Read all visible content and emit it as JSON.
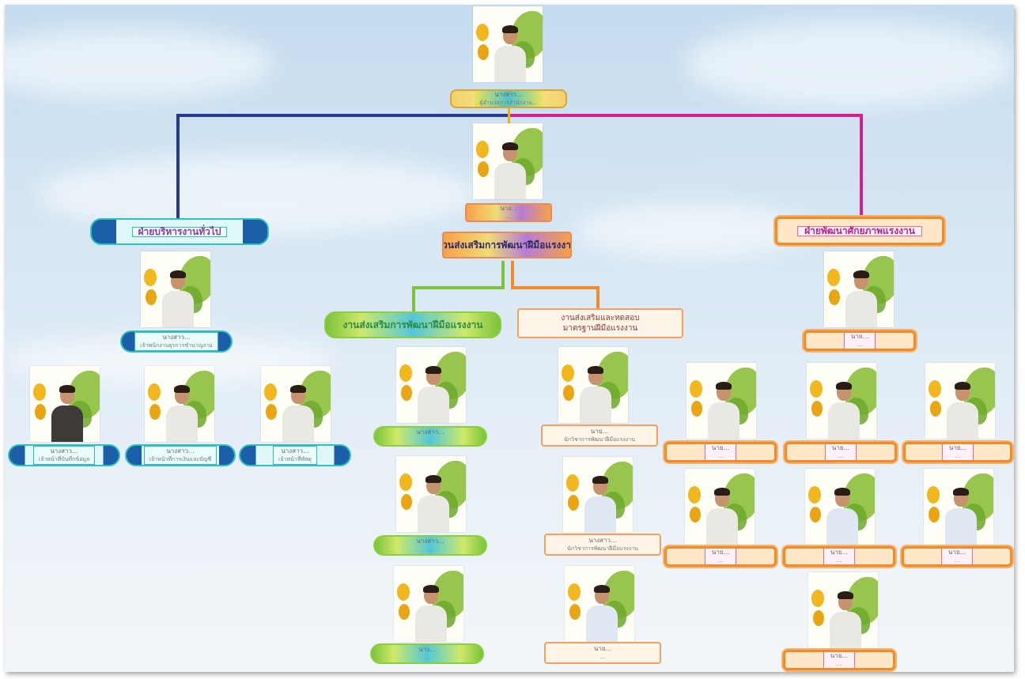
{
  "colors": {
    "line_admin": "#243b8f",
    "line_develop": "#d81e8f",
    "line_service": "#7cc33b",
    "line_standard": "#f08a2a",
    "line_center": "#e8b40e"
  },
  "icons": [
    "person-photo-icon",
    "leaf-icon",
    "fruit-icon"
  ],
  "sections": {
    "admin": "ฝ่ายบริหารงานทั่วไป",
    "develop": "ฝ่ายพัฒนาศักยภาพแรงงาน",
    "center": "ส่วนส่งเสริมการพัฒนาฝีมือแรงงาน",
    "service": "งานส่งเสริมการพัฒนาฝีมือแรงงาน",
    "standard_line1": "งานส่งเสริมและทดสอบ",
    "standard_line2": "มาตรฐานฝีมือแรงงาน"
  },
  "people": {
    "director": {
      "name": "นางสาว...",
      "position": "ผู้อำนวยการสำนักงาน..."
    },
    "deputy": {
      "name": "นาง...",
      "position": "..."
    },
    "admin_head": {
      "name": "นางสาว...",
      "position": "เจ้าพนักงานธุรการชำนาญงาน"
    },
    "admin_1": {
      "name": "นางสาว...",
      "position": "เจ้าหน้าที่บันทึกข้อมูล"
    },
    "admin_2": {
      "name": "นางสาว...",
      "position": "เจ้าหน้าที่การเงินและบัญชี"
    },
    "admin_3": {
      "name": "นางสาว...",
      "position": "เจ้าหน้าที่พัสดุ"
    },
    "service_1": {
      "name": "นางสาว...",
      "position": "..."
    },
    "service_2": {
      "name": "นางสาว...",
      "position": "..."
    },
    "service_3": {
      "name": "นาง...",
      "position": "..."
    },
    "standard_1": {
      "name": "นาย...",
      "position": "นักวิชาการพัฒนาฝีมือแรงงาน"
    },
    "standard_2": {
      "name": "นางสาว...",
      "position": "นักวิชาการพัฒนาฝีมือแรงงาน"
    },
    "standard_3": {
      "name": "นาย...",
      "position": "..."
    },
    "develop_head": {
      "name": "นาย...",
      "position": "..."
    },
    "develop_1": {
      "name": "นาย...",
      "position": "..."
    },
    "develop_2": {
      "name": "นาย...",
      "position": "..."
    },
    "develop_3": {
      "name": "นาย...",
      "position": "..."
    },
    "develop_4": {
      "name": "นาย...",
      "position": "..."
    },
    "develop_5": {
      "name": "นาย...",
      "position": "..."
    },
    "develop_6": {
      "name": "นาย...",
      "position": "..."
    },
    "develop_7": {
      "name": "นาย...",
      "position": "..."
    }
  }
}
